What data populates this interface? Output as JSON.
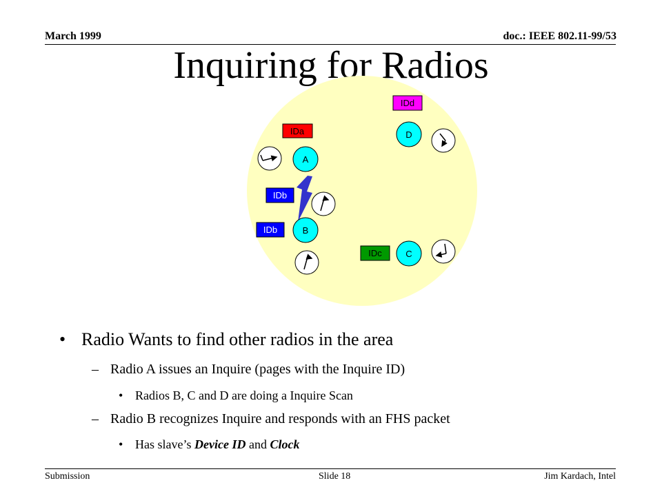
{
  "header": {
    "date": "March 1999",
    "doc_id": "doc.: IEEE 802.11-99/53"
  },
  "title": "Inquiring for Radios",
  "diagram": {
    "radios": [
      {
        "id": "A",
        "tag": "IDa",
        "tag_color": "#ff0000"
      },
      {
        "id": "B",
        "tag": "IDb",
        "tag_color": "#0000ff"
      },
      {
        "id": "C",
        "tag": "IDc",
        "tag_color": "#009900"
      },
      {
        "id": "D",
        "tag": "IDd",
        "tag_color": "#ff00ff"
      }
    ],
    "inquire_tag": "IDb",
    "colors": {
      "area": "#ffffc0",
      "radio": "#00ffff",
      "signal": "#3333cc"
    }
  },
  "bullets": {
    "b1": "Radio Wants to find other radios in the area",
    "b1a": "Radio A issues an Inquire (pages with the Inquire ID)",
    "b1a_i": "Radios B, C and D are doing a Inquire Scan",
    "b1b": "Radio B recognizes Inquire and responds with an FHS packet",
    "b1b_i": {
      "pre": "Has slave’s ",
      "em1": "Device ID",
      "mid": " and ",
      "em2": "Clock"
    }
  },
  "symbols": {
    "bullet": "•",
    "dash": "–"
  },
  "footer": {
    "left": "Submission",
    "center": "Slide 18",
    "right": "Jim Kardach, Intel"
  }
}
